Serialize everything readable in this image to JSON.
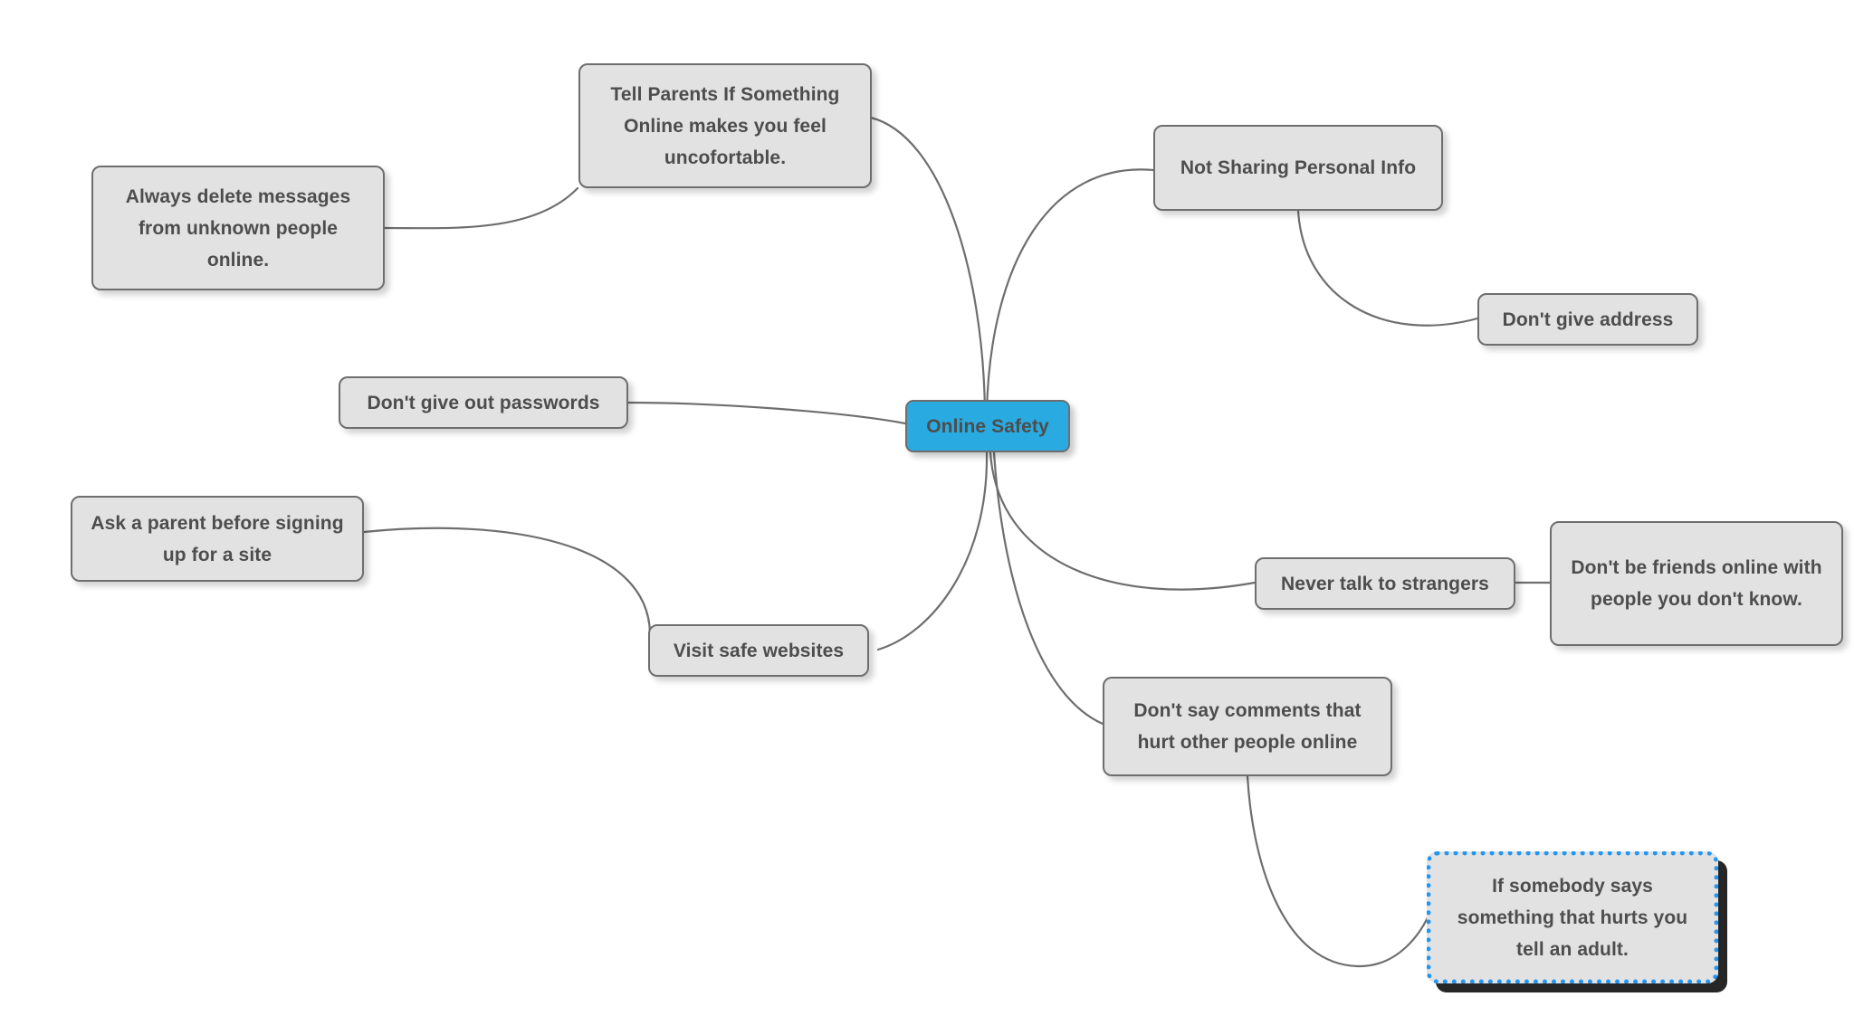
{
  "diagram": {
    "type": "mind-map",
    "title": "Online Safety",
    "background_color": "#ffffff",
    "node_fill": "#e2e2e2",
    "node_border": "#6e6e6e",
    "node_text_color": "#4d4d4d",
    "root_fill": "#29abe2",
    "selection_color": "#2196f3",
    "edge_color": "#6e6e6e"
  },
  "nodes": {
    "root": {
      "label": "Online Safety"
    },
    "tell_parents": {
      "label": "Tell Parents If Something Online makes you feel uncofortable."
    },
    "delete_messages": {
      "label": "Always delete messages from unknown people online."
    },
    "not_sharing": {
      "label": "Not Sharing Personal Info"
    },
    "no_address": {
      "label": "Don't give address"
    },
    "no_passwords": {
      "label": "Don't give out passwords"
    },
    "ask_parent": {
      "label": "Ask a parent before signing up for a site"
    },
    "safe_websites": {
      "label": "Visit safe websites"
    },
    "never_strangers": {
      "label": "Never talk to strangers"
    },
    "no_friends": {
      "label": "Don't be friends online with people you don't know."
    },
    "no_hurtful": {
      "label": "Don't say comments that hurt other people online"
    },
    "tell_adult": {
      "label": "If somebody says something that hurts you tell an adult."
    }
  },
  "edges": [
    {
      "from": "root",
      "to": "tell_parents"
    },
    {
      "from": "tell_parents",
      "to": "delete_messages"
    },
    {
      "from": "root",
      "to": "not_sharing"
    },
    {
      "from": "not_sharing",
      "to": "no_address"
    },
    {
      "from": "root",
      "to": "no_passwords"
    },
    {
      "from": "root",
      "to": "safe_websites"
    },
    {
      "from": "safe_websites",
      "to": "ask_parent"
    },
    {
      "from": "root",
      "to": "never_strangers"
    },
    {
      "from": "never_strangers",
      "to": "no_friends"
    },
    {
      "from": "root",
      "to": "no_hurtful"
    },
    {
      "from": "no_hurtful",
      "to": "tell_adult"
    }
  ],
  "selection": {
    "selected_node": "tell_adult"
  }
}
